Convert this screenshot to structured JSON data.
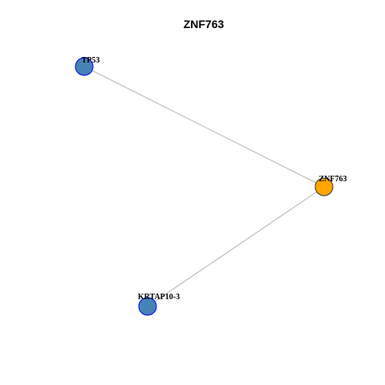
{
  "title": "ZNF763",
  "graph": {
    "nodes": [
      {
        "id": "TP53",
        "label": "TP53",
        "fill": "#4682b4",
        "stroke": "#0000ff"
      },
      {
        "id": "ZNF763",
        "label": "ZNF763",
        "fill": "#ffa500",
        "stroke": "#333333"
      },
      {
        "id": "KRTAP10-3",
        "label": "KRTAP10-3",
        "fill": "#4682b4",
        "stroke": "#0000ff"
      }
    ],
    "edges": [
      {
        "source": "TP53",
        "target": "ZNF763",
        "color": "#b3b3b3"
      },
      {
        "source": "KRTAP10-3",
        "target": "ZNF763",
        "color": "#b3b3b3"
      }
    ]
  }
}
